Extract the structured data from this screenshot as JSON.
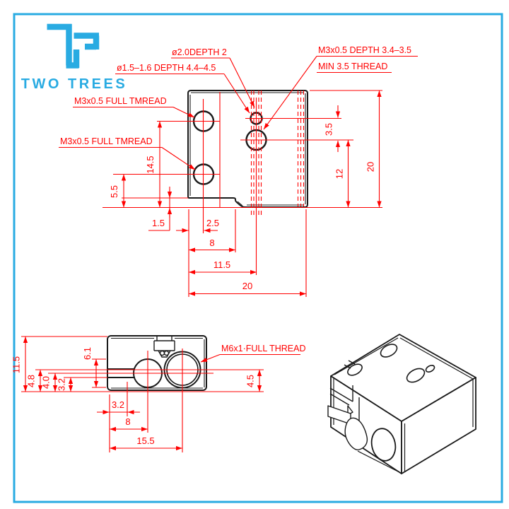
{
  "brand": {
    "logo_text": "TWO TREES"
  },
  "colors": {
    "accent": "#29abe2",
    "dimension_red": "#ff0000",
    "line_black": "#1a1a1a",
    "background": "#ffffff"
  },
  "front_view": {
    "callouts": {
      "hole_depth": "ø2.0DEPTH 2",
      "pin_hole": "ø1.5–1.6 DEPTH 4.4–4.5",
      "m3_depth_l1": "M3x0.5 DEPTH 3.4–3.5",
      "m3_depth_l2": "MIN 3.5 THREAD",
      "m3_full_upper": "M3x0.5 FULL TMREAD",
      "m3_full_lower": "M3x0.5 FULL TMREAD"
    },
    "dims": {
      "offset_3_5": "3.5",
      "height_12": "12",
      "height_20": "20",
      "left_14_5": "14.5",
      "left_5_5": "5.5",
      "step_1_5": "1.5",
      "offset_2_5": "2.5",
      "width_8": "8",
      "width_11_5": "11.5",
      "width_20": "20"
    }
  },
  "top_view": {
    "callouts": {
      "m6_thread": "M6x1·FULL THREAD"
    },
    "dims": {
      "depth_11_5": "11.5",
      "d4_8": "4.8",
      "d4_0": "4.0",
      "d3_2_side": "3.2",
      "d6_1": "6.1",
      "d3_2_bottom": "3.2",
      "d8": "8",
      "d15_5": "15.5",
      "d4_5": "4.5"
    }
  }
}
